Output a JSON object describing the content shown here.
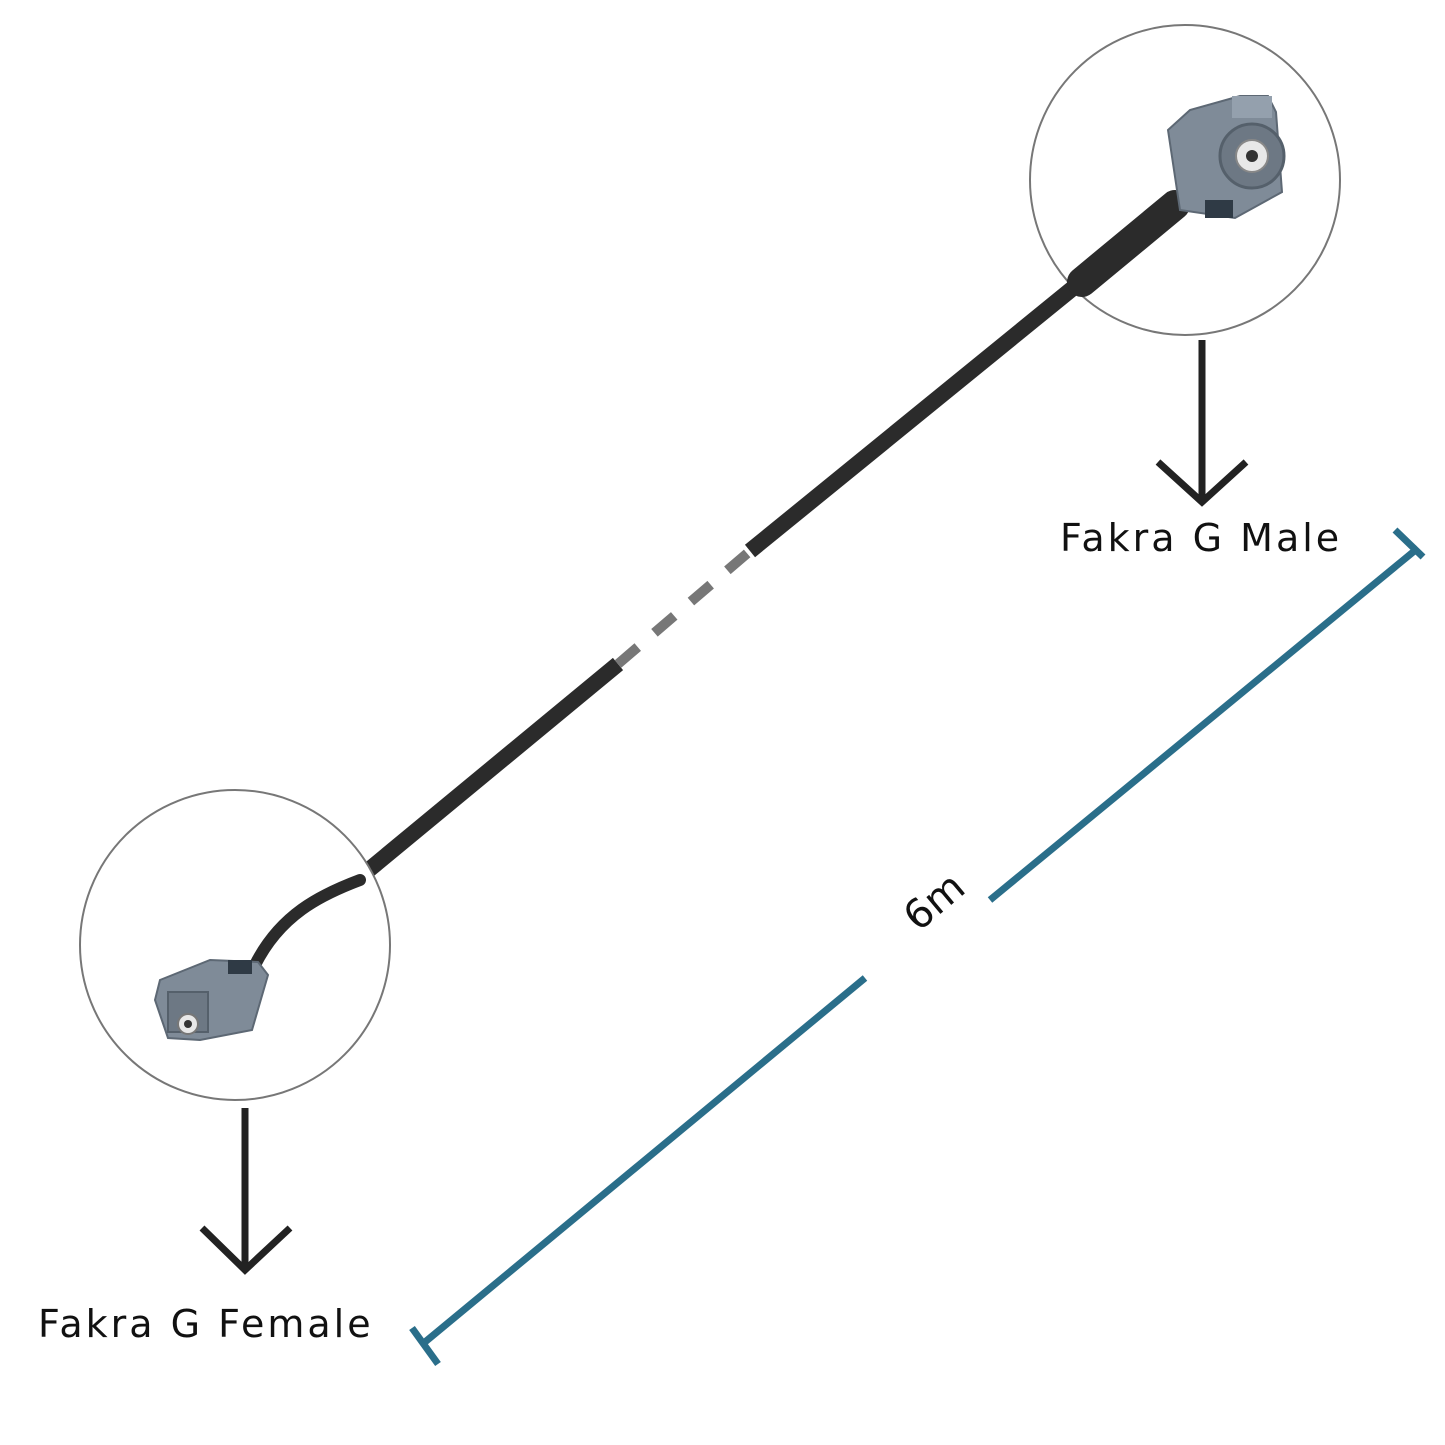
{
  "labels": {
    "male_connector": "Fakra G Male",
    "female_connector": "Fakra G Female",
    "length": "6m"
  },
  "colors": {
    "cable": "#2b2b2b",
    "cable_dash": "#777777",
    "connector": "#7f8b98",
    "connector_dark": "#5d6874",
    "dimension_line": "#2a6e8a",
    "arrow": "#222222",
    "circle_outline": "#777777"
  },
  "icons": {
    "male_connector": "fakra-male-connector-icon",
    "female_connector": "fakra-female-connector-icon",
    "arrow": "arrow-down-icon"
  }
}
